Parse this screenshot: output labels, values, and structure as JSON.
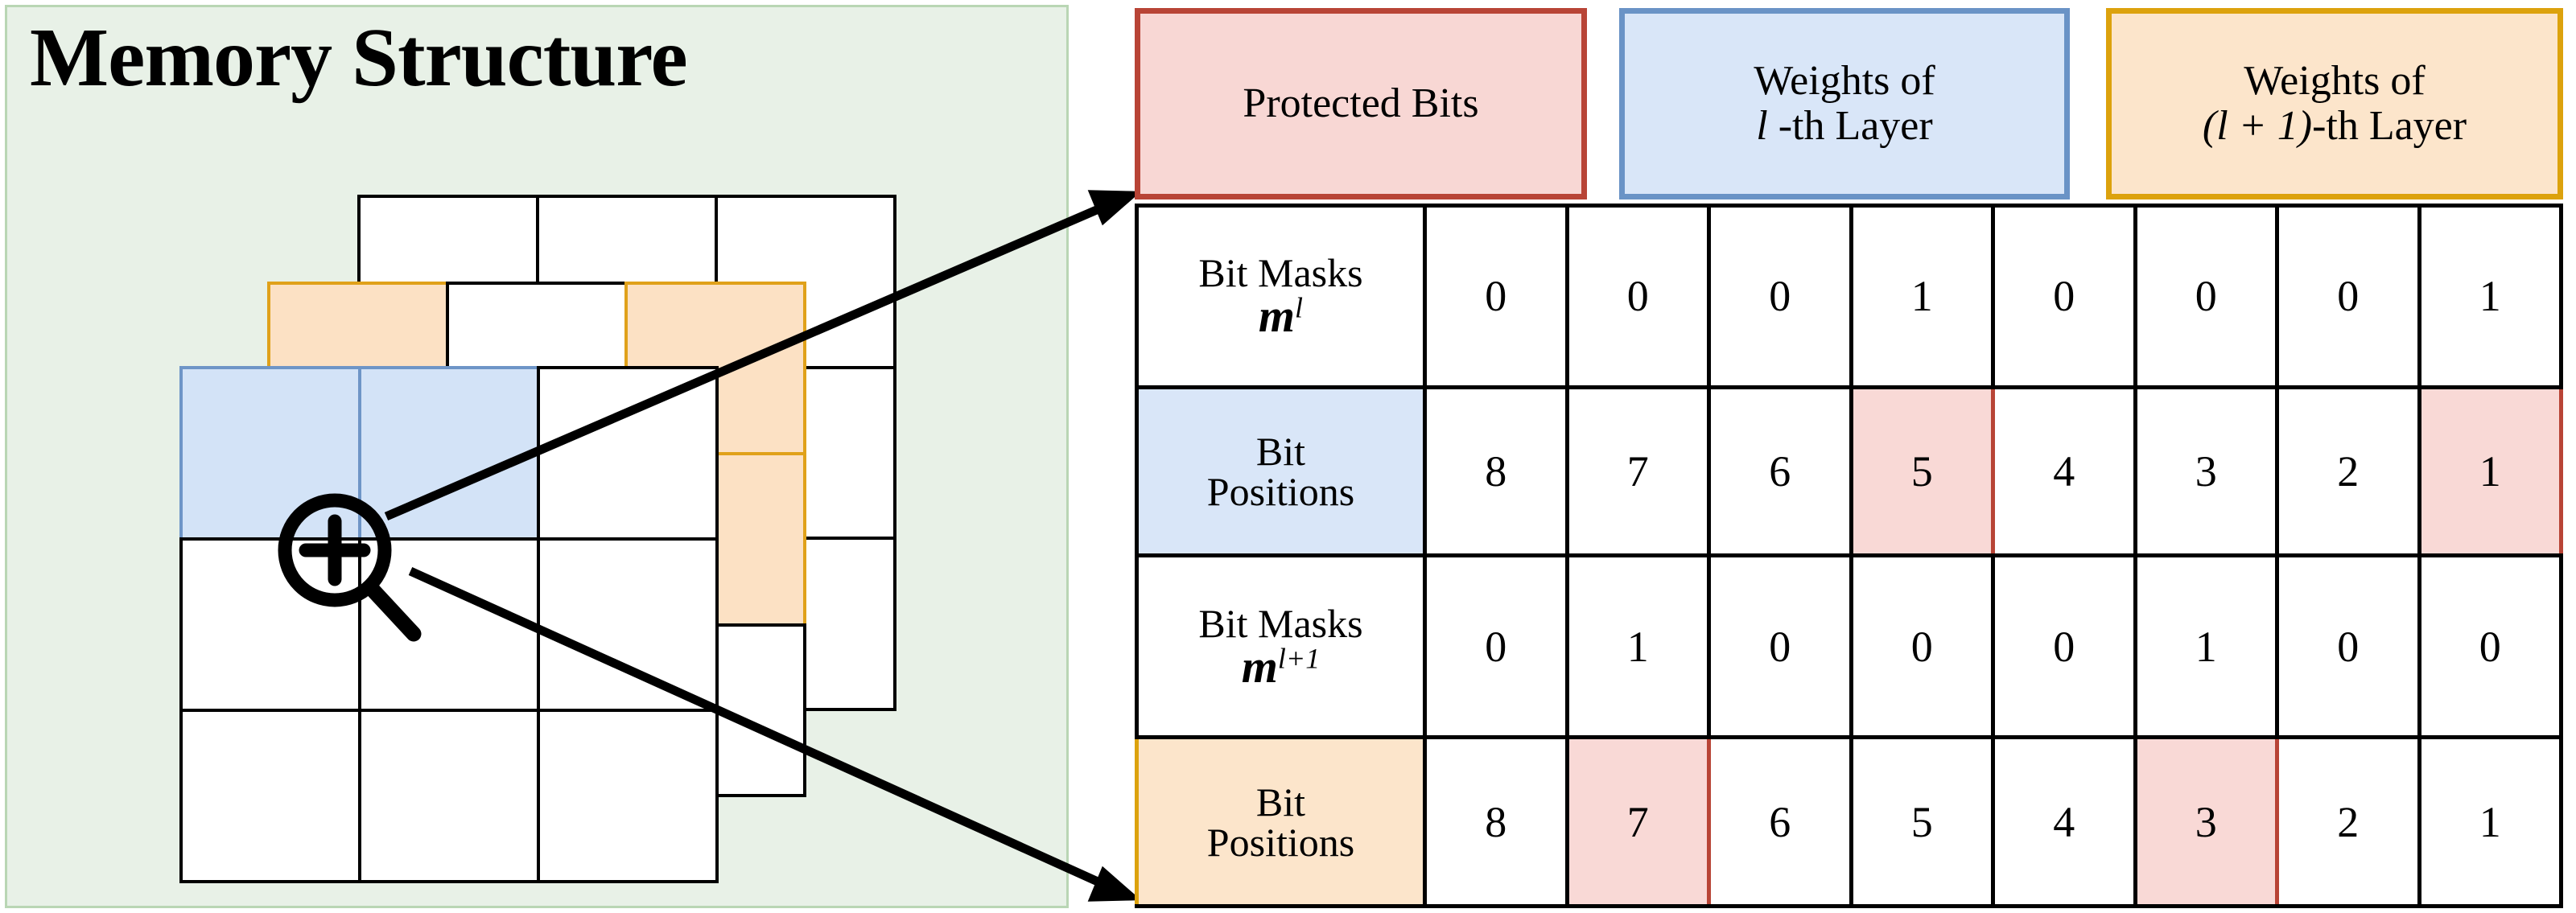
{
  "left_panel": {
    "title": "Memory Structure",
    "background_color": "#e8f1e7",
    "border_color": "#b9d6b4",
    "magnifier_icon": "magnifier-plus-icon",
    "grids": [
      {
        "name": "back-grid",
        "rows": 3,
        "cols": 3,
        "highlight": "orange-top-row-partial"
      },
      {
        "name": "middle-grid",
        "rows": 3,
        "cols": 3,
        "highlight": "orange"
      },
      {
        "name": "front-grid",
        "rows": 3,
        "cols": 3,
        "highlight": "blue-top-two-cells"
      }
    ]
  },
  "legend": {
    "protected": {
      "label": "Protected Bits",
      "fill": "#f8d7d4",
      "border": "#b84436"
    },
    "weights_l": {
      "line1": "Weights of",
      "line2_prefix": "l",
      "line2_suffix": " -th Layer",
      "fill": "#d9e6f8",
      "border": "#6a93c6"
    },
    "weights_l1": {
      "line1": "Weights of",
      "line2_prefix": "(l + 1)",
      "line2_suffix": "-th Layer",
      "fill": "#fce5cb",
      "border": "#dca20d"
    }
  },
  "table": {
    "rows": [
      {
        "label_line1": "Bit Masks",
        "label_vector": "m",
        "label_sup": "l",
        "label_style": "plain",
        "values": [
          "0",
          "0",
          "0",
          "1",
          "0",
          "0",
          "0",
          "1"
        ],
        "highlighted": []
      },
      {
        "label_line1": "Bit",
        "label_line2": "Positions",
        "label_style": "blue",
        "values": [
          "8",
          "7",
          "6",
          "5",
          "4",
          "3",
          "2",
          "1"
        ],
        "highlighted": [
          3,
          7
        ]
      },
      {
        "label_line1": "Bit Masks",
        "label_vector": "m",
        "label_sup": "l+1",
        "label_style": "plain",
        "values": [
          "0",
          "1",
          "0",
          "0",
          "0",
          "1",
          "0",
          "0"
        ],
        "highlighted": []
      },
      {
        "label_line1": "Bit",
        "label_line2": "Positions",
        "label_style": "orange",
        "values": [
          "8",
          "7",
          "6",
          "5",
          "4",
          "3",
          "2",
          "1"
        ],
        "highlighted": [
          1,
          5
        ]
      }
    ]
  },
  "colors": {
    "highlight_fill": "#f9d9d6",
    "highlight_border": "#b84436",
    "blue_fill": "#d9e6f8",
    "blue_border": "#6a93c6",
    "orange_fill": "#fce5cb",
    "orange_border": "#dca20d",
    "green_panel": "#e8f1e7"
  }
}
